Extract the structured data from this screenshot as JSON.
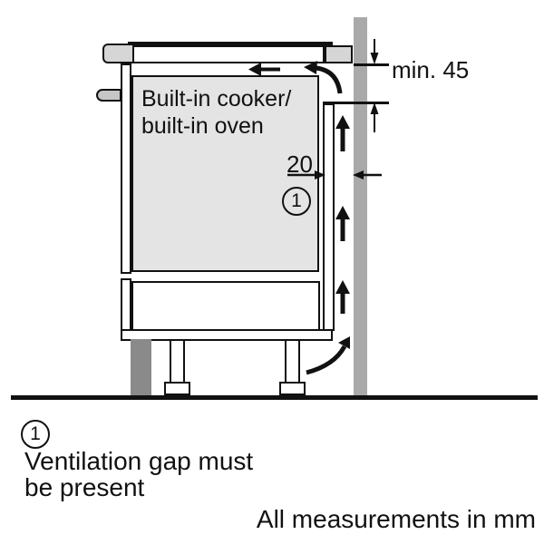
{
  "figure": {
    "appliance_label": {
      "line1": "Built-in cooker/",
      "line2": "built-in oven"
    },
    "dimensions": {
      "top_clearance": "min. 45",
      "rear_gap": "20"
    },
    "callout": {
      "number": "1"
    },
    "footnote": {
      "number": "1",
      "line1": "Ventilation gap must",
      "line2": "be present"
    },
    "units_note": "All measurements in mm",
    "colors": {
      "outline": "#111111",
      "wall": "#a9a9a9",
      "appliance_fill": "#e4e4e4",
      "worktop_cap": "#d6d6d6",
      "handle": "#c6c6c6",
      "plinth": "#8a8a8a",
      "background": "#ffffff"
    },
    "icons": {
      "airflow_up": "thick-up-arrow",
      "airflow_exit": "thick-left-arrow",
      "airflow_turn_top": "curved-arrow-to-left",
      "airflow_turn_bottom": "curved-arrow-up-right",
      "dimension_markers": "thin-arrow-pointers"
    }
  }
}
